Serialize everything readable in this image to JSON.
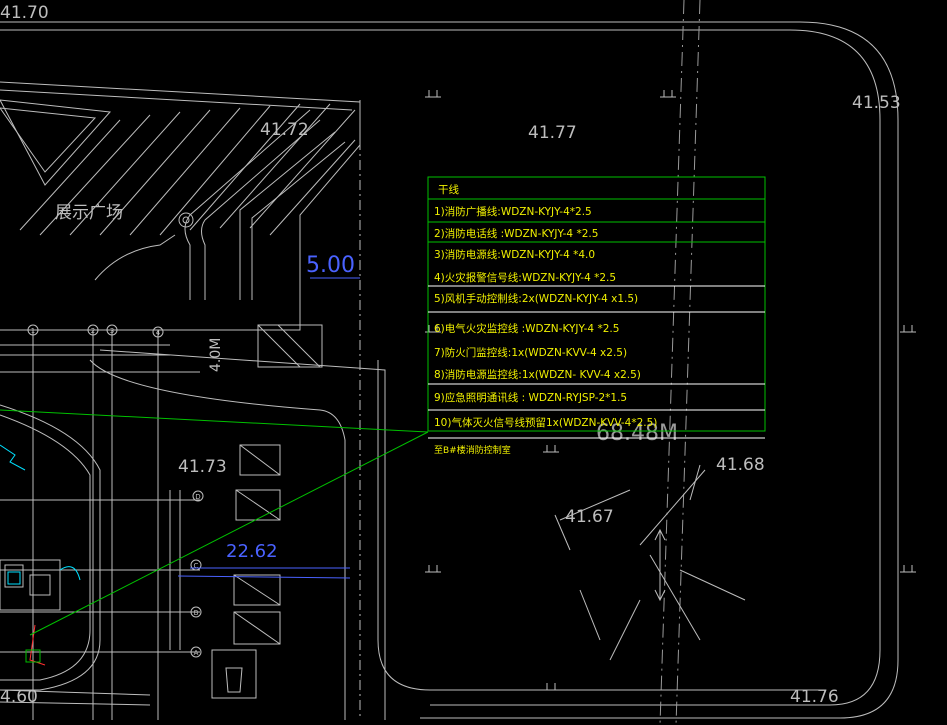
{
  "colors": {
    "background": "#000000",
    "linework": "#c8c8c8",
    "legend_frame": "#00c000",
    "legend_text": "#f0f000",
    "dimension": "#4a62ff",
    "leader": "#00c000",
    "cyan": "#00e0ff",
    "red": "#ff3030"
  },
  "elevations": {
    "tl": "41.70",
    "e4177": "41.77",
    "e4153": "41.53",
    "e4172": "41.72",
    "e4173": "41.73",
    "e4168": "41.68",
    "e4167": "41.67",
    "e4176": "41.76",
    "e460": "4.60"
  },
  "dimensions": {
    "d500": "5.00",
    "d2262": "22.62",
    "d40m": "4.0M",
    "d6848": "68.48M"
  },
  "area_label": "展示广场",
  "legend": {
    "title": "干线",
    "rows": [
      "1)消防广播线:WDZN-KYJY-4*2.5",
      "2)消防电话线 :WDZN-KYJY-4 *2.5",
      "3)消防电源线:WDZN-KYJY-4 *4.0",
      "4)火灾报警信号线:WDZN-KYJY-4 *2.5",
      "5)风机手动控制线:2x(WDZN-KYJY-4 x1.5)",
      "6)电气火灾监控线 :WDZN-KYJY-4 *2.5",
      "7)防火门监控线:1x(WDZN-KVV-4 x2.5)",
      "8)消防电源监控线:1x(WDZN- KVV-4 x2.5)",
      "9)应急照明通讯线 : WDZN-RYJSP-2*1.5",
      "10)气体灭火信号线预留1x(WDZN-KVV-4*2.5)"
    ],
    "footnote": "至B#楼消防控制室"
  },
  "axis_labels": [
    "1",
    "2",
    "3",
    "4",
    "D",
    "C",
    "B",
    "A"
  ]
}
